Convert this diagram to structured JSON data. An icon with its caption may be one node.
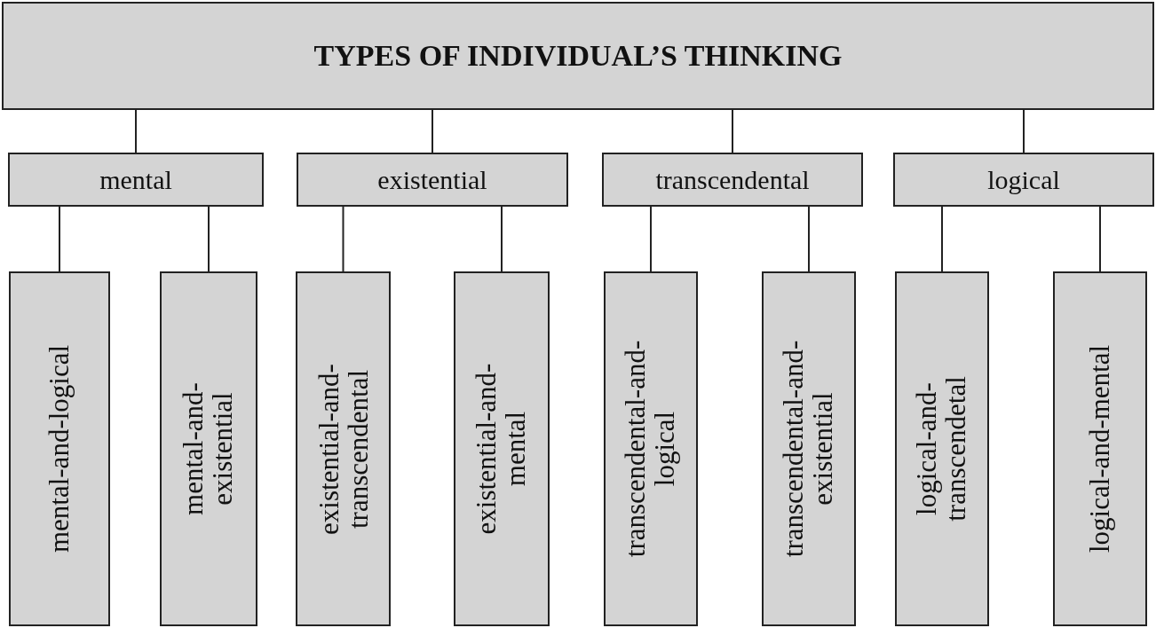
{
  "diagram": {
    "nodes": [
      {
        "text": [
          "TYPES OF INDIVIDUAL’S THINKING"
        ]
      },
      {
        "text": [
          "mental"
        ]
      },
      {
        "text": [
          "existential"
        ]
      },
      {
        "text": [
          "transcendental"
        ]
      },
      {
        "text": [
          "logical"
        ]
      },
      {
        "text": [
          "mental-and-logical"
        ]
      },
      {
        "text": [
          "mental-and-existential"
        ]
      },
      {
        "text": [
          "existential-and-transcendental"
        ]
      },
      {
        "text": [
          "existential-and-mental"
        ]
      },
      {
        "text": [
          "transcendental-and-logical"
        ]
      },
      {
        "text": [
          "transcendental-and-existential"
        ]
      },
      {
        "text": [
          "logical-and-transcendetal"
        ]
      },
      {
        "text": [
          "logical-and-mental"
        ]
      }
    ],
    "edges": [
      {
        "from": 0,
        "to": 1,
        "arrow": "none"
      },
      {
        "from": 0,
        "to": 2,
        "arrow": "none"
      },
      {
        "from": 0,
        "to": 3,
        "arrow": "none"
      },
      {
        "from": 0,
        "to": 4,
        "arrow": "none"
      },
      {
        "from": 1,
        "to": 5,
        "arrow": "none"
      },
      {
        "from": 1,
        "to": 6,
        "arrow": "none"
      },
      {
        "from": 2,
        "to": 7,
        "arrow": "none"
      },
      {
        "from": 2,
        "to": 8,
        "arrow": "none"
      },
      {
        "from": 3,
        "to": 9,
        "arrow": "none"
      },
      {
        "from": 3,
        "to": 10,
        "arrow": "none"
      },
      {
        "from": 4,
        "to": 11,
        "arrow": "none"
      },
      {
        "from": 4,
        "to": 12,
        "arrow": "none"
      }
    ]
  }
}
